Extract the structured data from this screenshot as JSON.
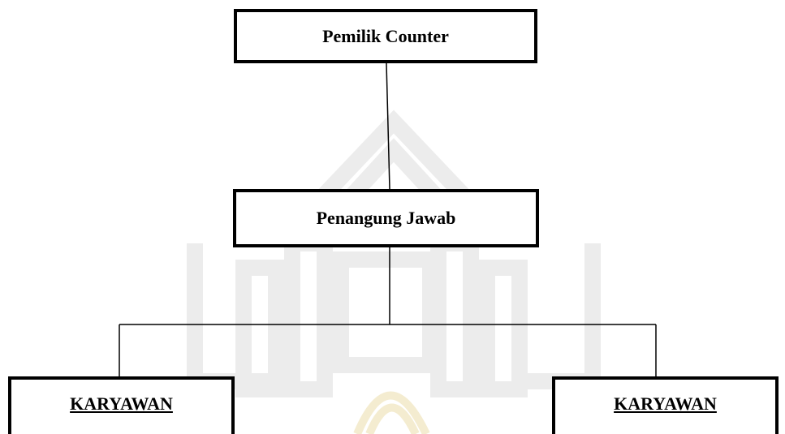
{
  "org_chart": {
    "owner": {
      "label": "Pemilik Counter"
    },
    "responsible": {
      "label": "Penangung Jawab"
    },
    "employees": [
      {
        "label": "KARYAWAN"
      },
      {
        "label": "KARYAWAN"
      }
    ]
  },
  "colors": {
    "line": "#000000",
    "box_border": "#000000",
    "watermark": "#e6e6e6",
    "watermark_gold": "#f6eecf"
  }
}
